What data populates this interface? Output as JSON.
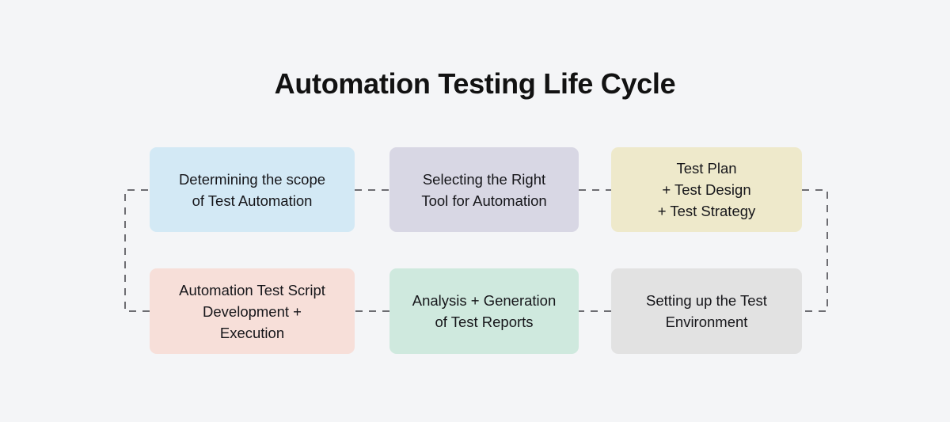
{
  "page": {
    "title": "Automation Testing Life Cycle",
    "background_color": "#f4f5f7",
    "text_color": "#16161a",
    "connector_color": "#6d6d72",
    "connector_style": "dashed"
  },
  "diagram": {
    "type": "process-cycle",
    "flow_direction": "left-to-right then wrap down right-to-left",
    "stages": [
      {
        "id": "scope",
        "order": 1,
        "row": 1,
        "column": 1,
        "color": "#d3e9f5",
        "lines": [
          "Determining the scope",
          "of Test Automation"
        ]
      },
      {
        "id": "tool-selection",
        "order": 2,
        "row": 1,
        "column": 2,
        "color": "#d8d7e4",
        "lines": [
          "Selecting the Right",
          "Tool for Automation"
        ]
      },
      {
        "id": "test-plan",
        "order": 3,
        "row": 1,
        "column": 3,
        "color": "#eee9cb",
        "lines": [
          "Test Plan",
          "+ Test Design",
          "+ Test Strategy"
        ]
      },
      {
        "id": "test-environment",
        "order": 4,
        "row": 2,
        "column": 3,
        "color": "#e2e2e2",
        "lines": [
          "Setting up the Test",
          "Environment"
        ]
      },
      {
        "id": "script-development",
        "order": 5,
        "row": 2,
        "column": 2,
        "color": "#cfe9de",
        "lines": [
          "Analysis + Generation",
          "of Test Reports"
        ]
      },
      {
        "id": "report-analysis",
        "order": 6,
        "row": 2,
        "column": 1,
        "color": "#f7dfd9",
        "lines": [
          "Automation Test Script",
          "Development +",
          "Execution"
        ]
      }
    ],
    "connectors": [
      {
        "id": "connector-scope-to-tool",
        "from": "scope",
        "to": "tool-selection",
        "shape": "horizontal"
      },
      {
        "id": "connector-tool-to-plan",
        "from": "tool-selection",
        "to": "test-plan",
        "shape": "horizontal"
      },
      {
        "id": "connector-plan-to-environment",
        "from": "test-plan",
        "to": "test-environment",
        "shape": "right-bracket"
      },
      {
        "id": "connector-environment-to-reports",
        "from": "test-environment",
        "to": "script-development",
        "shape": "horizontal"
      },
      {
        "id": "connector-reports-to-script",
        "from": "script-development",
        "to": "report-analysis",
        "shape": "horizontal"
      },
      {
        "id": "connector-script-to-scope",
        "from": "report-analysis",
        "to": "scope",
        "shape": "left-bracket"
      }
    ]
  }
}
